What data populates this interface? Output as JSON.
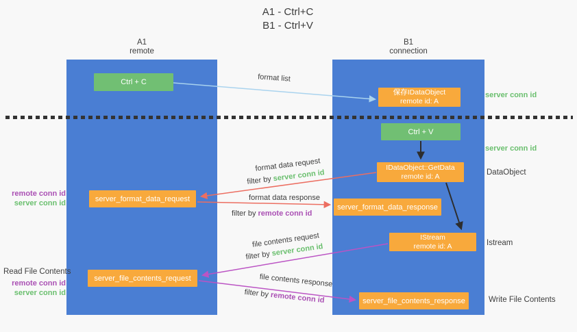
{
  "title": {
    "line1": "A1 - Ctrl+C",
    "line2": "B1 - Ctrl+V"
  },
  "columns": {
    "left": {
      "name": "A1",
      "role": "remote"
    },
    "right": {
      "name": "B1",
      "role": "connection"
    }
  },
  "nodes": {
    "ctrl_c": {
      "label": "Ctrl + C"
    },
    "save_idataobject": {
      "line1": "保存IDataObject",
      "line2": "remote id: A"
    },
    "ctrl_v": {
      "label": "Ctrl + V"
    },
    "idataobject_getdata": {
      "line1": "IDataObject::GetData",
      "line2": "remote id: A"
    },
    "server_format_data_request": {
      "label": "server_format_data_request"
    },
    "server_format_data_response": {
      "label": "server_format_data_response"
    },
    "istream": {
      "line1": "IStream",
      "line2": "remote id: A"
    },
    "server_file_contents_request": {
      "label": "server_file_contents_request"
    },
    "server_file_contents_response": {
      "label": "server_file_contents_response"
    }
  },
  "edge_labels": {
    "format_list": "format list",
    "format_data_request": "format data request",
    "format_data_request_filter": {
      "prefix": "filter by ",
      "highlight": "server conn id"
    },
    "format_data_response": "format data response",
    "format_data_response_filter": {
      "prefix": "filter by ",
      "highlight": "remote conn id"
    },
    "file_contents_request": "file contents request",
    "file_contents_request_filter": {
      "prefix": "filter by ",
      "highlight": "server conn id"
    },
    "file_contents_response": "file contents response",
    "file_contents_response_filter": {
      "prefix": "filter by ",
      "highlight": "remote conn id"
    }
  },
  "side_labels": {
    "server_conn_id_top_right": "server conn id",
    "server_conn_id_mid_right": "server conn id",
    "dataobject": "DataObject",
    "istream": "Istream",
    "write_file_contents": "Write File Contents",
    "remote_conn_id_left_1": "remote conn id",
    "server_conn_id_left_1": "server conn id",
    "read_file_contents": "Read File Contents",
    "remote_conn_id_left_2": "remote conn id",
    "server_conn_id_left_2": "server conn id"
  },
  "colors": {
    "background": "#f8f8f8",
    "column_blue": "#4a7ed3",
    "node_green": "#71bf73",
    "node_orange": "#f8a93c",
    "text_green": "#6abf6e",
    "text_purple": "#aa50b4",
    "arrow_red": "#ec6e61",
    "arrow_purple": "#bb54c4",
    "arrow_light_blue": "#a9d3ee",
    "arrow_black": "#2d2d2d",
    "dotted_line": "#333333"
  }
}
